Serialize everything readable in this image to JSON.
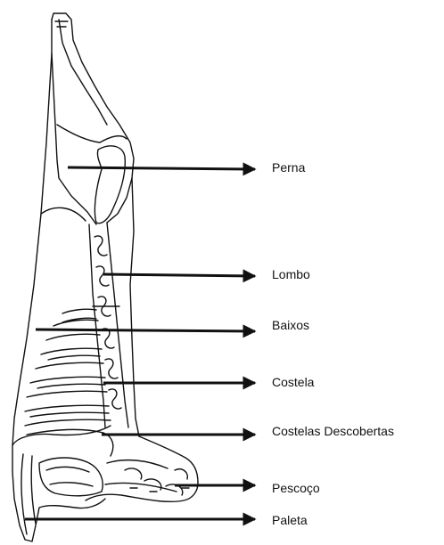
{
  "labels": {
    "perna": "Perna",
    "lombo": "Lombo",
    "baixos": "Baixos",
    "costela": "Costela",
    "costelas_descobertas": "Costelas Descobertas",
    "pescoco": "Pescoço",
    "paleta": "Paleta"
  },
  "colors": {
    "line": "#111111",
    "background": "#ffffff"
  }
}
